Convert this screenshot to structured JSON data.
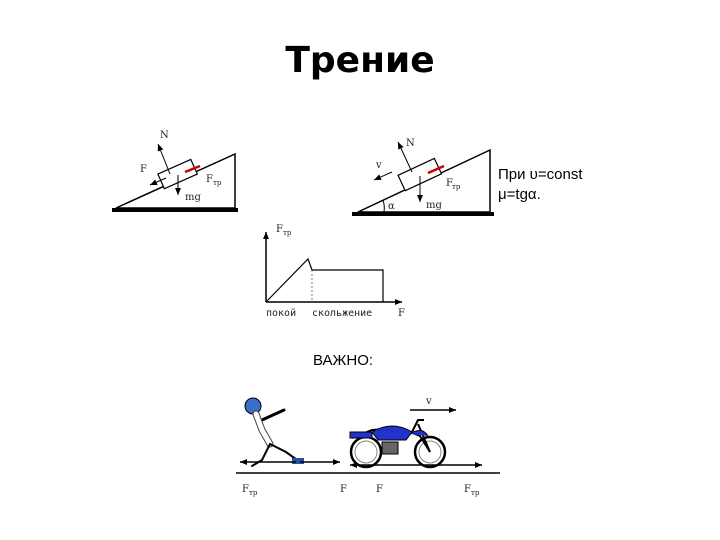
{
  "slide": {
    "title": "Трение",
    "note_line1": "При υ=const",
    "note_line2": "μ=tgα.",
    "important": "ВАЖНО:"
  },
  "incline1": {
    "labels": {
      "N": "N",
      "F": "F",
      "Ftr": "F",
      "tr": "тр",
      "mg": "mg"
    }
  },
  "incline2": {
    "labels": {
      "N": "N",
      "v": "v",
      "Ftr": "F",
      "tr": "тр",
      "mg": "mg",
      "alpha": "α"
    }
  },
  "graph": {
    "y_label": "F",
    "y_sub": "тр",
    "x_label": "F",
    "region_rest": "покой",
    "region_slide": "скольжение"
  },
  "bottom": {
    "runner_force": "F",
    "runner_sub": "тр",
    "force_F1": "F",
    "force_F2": "F",
    "moto_force": "F",
    "moto_sub": "тр",
    "velocity": "v"
  }
}
